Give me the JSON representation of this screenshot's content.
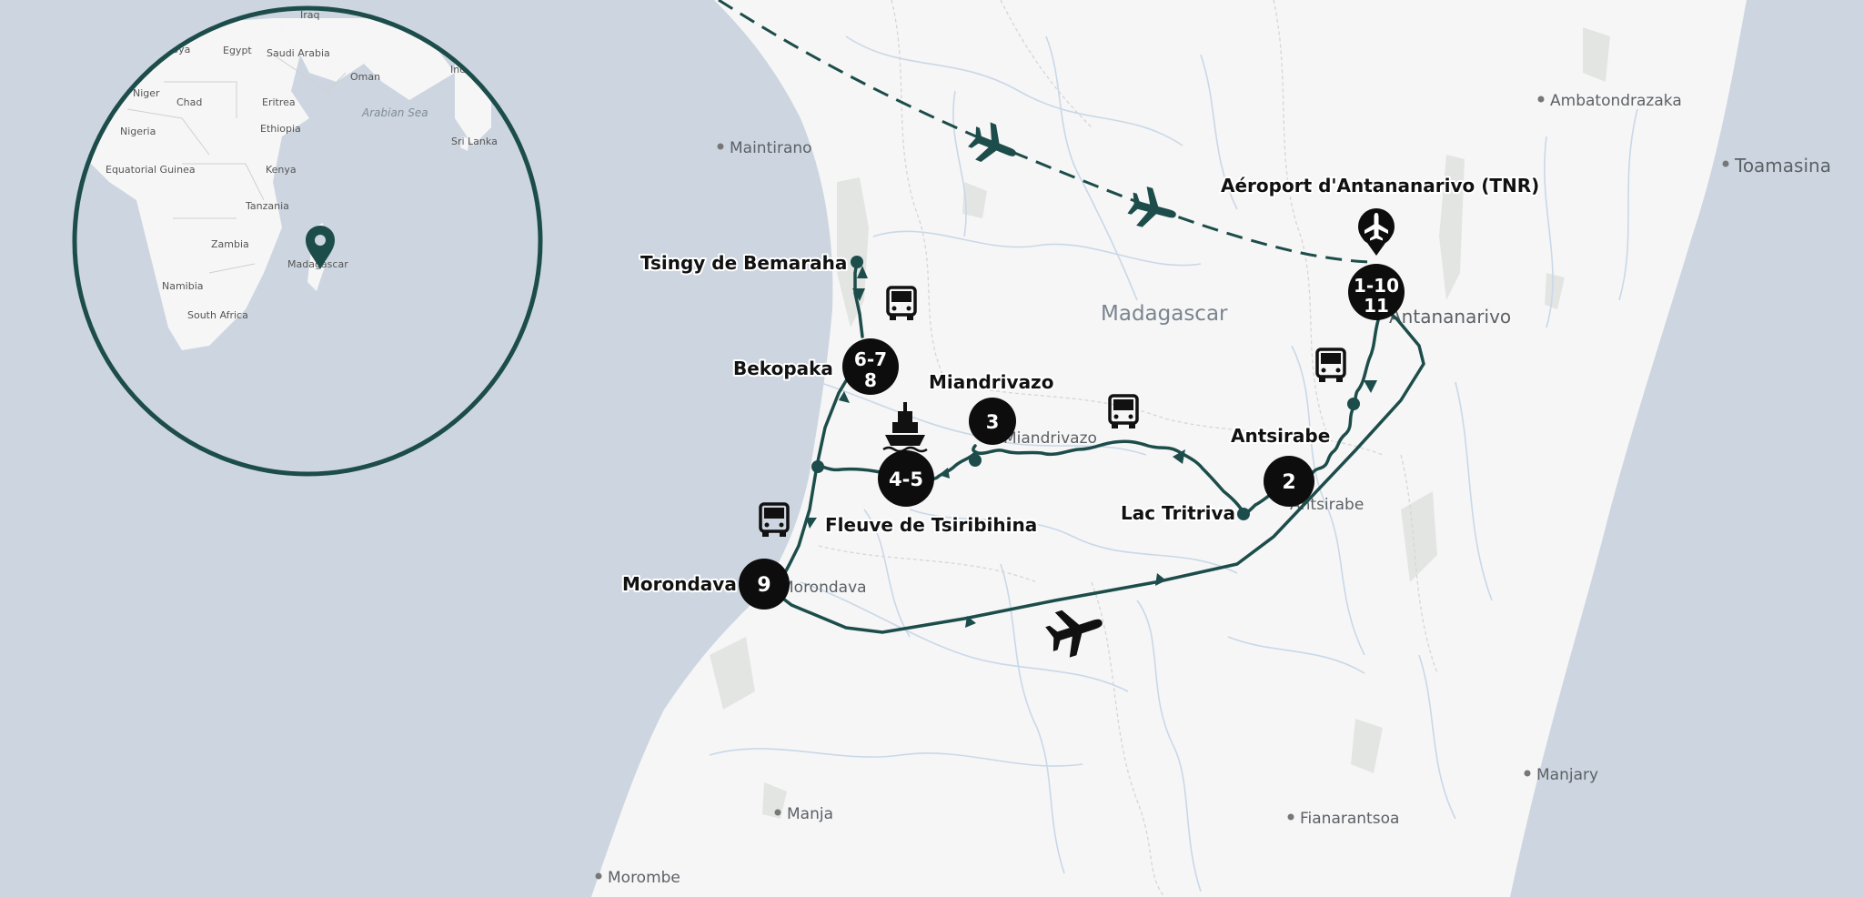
{
  "country": "Madagascar",
  "colors": {
    "route": "#1c4d4a",
    "sea": "#cdd6e0",
    "land": "#f6f6f6",
    "badge": "#0d0d0d",
    "park": "#e2e4e2"
  },
  "cities": [
    {
      "name": "Ambatondrazaka"
    },
    {
      "name": "Maintirano"
    },
    {
      "name": "Toamasina"
    },
    {
      "name": "Antananarivo"
    },
    {
      "name": "Miandrivazo"
    },
    {
      "name": "Antsirabe"
    },
    {
      "name": "Morondava"
    },
    {
      "name": "Manjary"
    },
    {
      "name": "Manja"
    },
    {
      "name": "Fianarantsoa"
    },
    {
      "name": "Morombe"
    }
  ],
  "stops": [
    {
      "label": "Aéroport d'Antananarivo (TNR)",
      "icon": "airplane-pin-icon"
    },
    {
      "label": "Tsingy de Bemaraha"
    },
    {
      "label": "Bekopaka"
    },
    {
      "label": "Miandrivazo"
    },
    {
      "label": "Antsirabe"
    },
    {
      "label": "Lac Tritriva"
    },
    {
      "label": "Fleuve de Tsiribihina"
    },
    {
      "label": "Morondava"
    }
  ],
  "badges": [
    {
      "line1": "1-10",
      "line2": "11"
    },
    {
      "line1": "6-7",
      "line2": "8"
    },
    {
      "line1": "3"
    },
    {
      "line1": "4-5"
    },
    {
      "line1": "2"
    },
    {
      "line1": "9"
    }
  ],
  "transport_icons": [
    "bus-icon",
    "bus-icon",
    "bus-icon",
    "bus-icon",
    "boat-icon",
    "airplane-icon",
    "airplane-icon",
    "airplane-icon"
  ],
  "inset": {
    "countries": [
      "Iraq",
      "Libya",
      "Egypt",
      "Saudi Arabia",
      "Oman",
      "India",
      "Niger",
      "Chad",
      "Eritrea",
      "Nigeria",
      "Ethiopia",
      "Equatorial Guinea",
      "Kenya",
      "Sri Lanka",
      "Tanzania",
      "Zambia",
      "Namibia",
      "South Africa",
      "Madagascar"
    ],
    "sea": "Arabian Sea",
    "marker_icon": "location-pin-icon"
  }
}
